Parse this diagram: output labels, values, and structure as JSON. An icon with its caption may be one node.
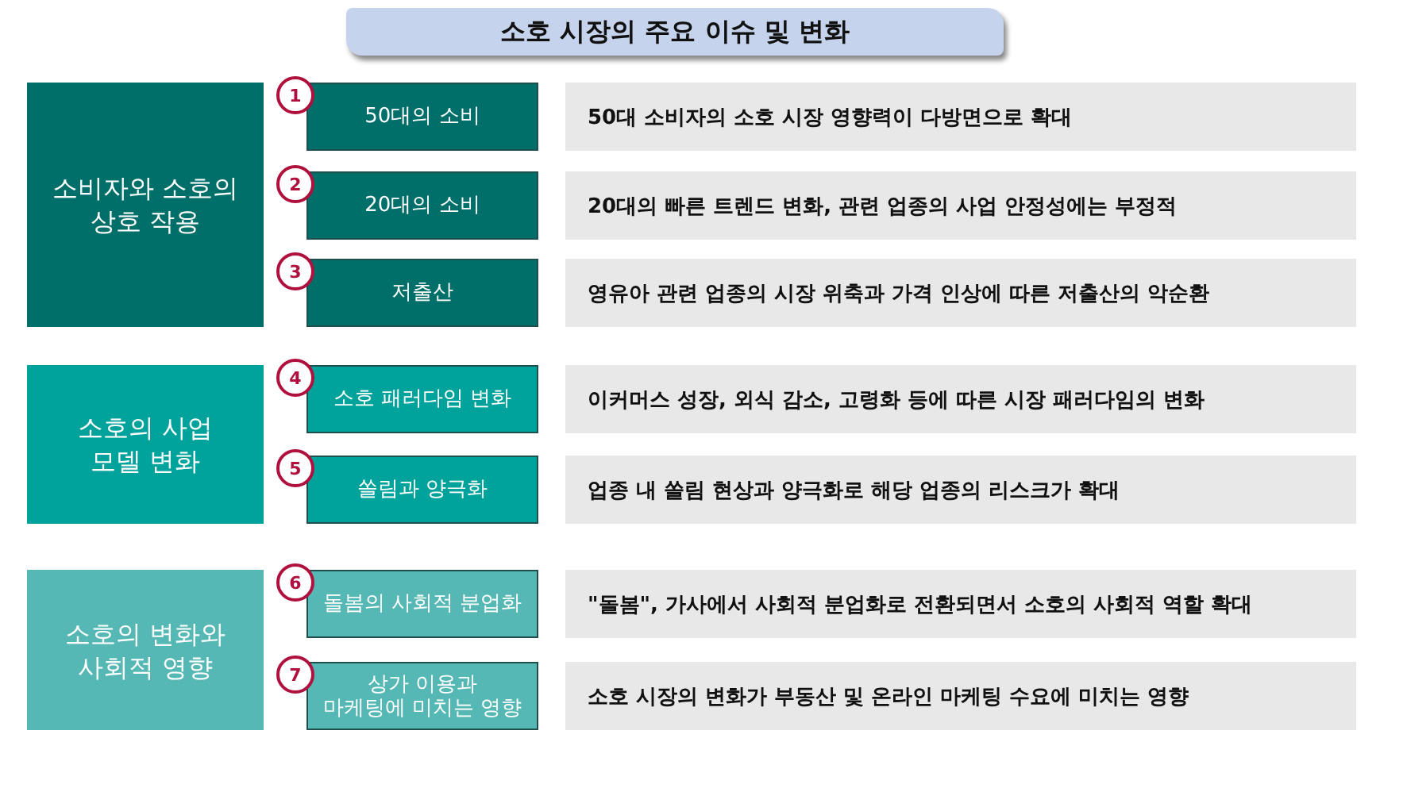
{
  "diagram": {
    "title": "소호 시장의 주요 이슈 및 변화",
    "nodes": [
      {
        "text": [
          "소비자와 소호의 상호 작용"
        ]
      },
      {
        "text": [
          "1"
        ]
      },
      {
        "text": [
          "50대의 소비"
        ]
      },
      {
        "text": [
          "50대 소비자의 소호 시장 영향력이 다방면으로 확대"
        ]
      },
      {
        "text": [
          "2"
        ]
      },
      {
        "text": [
          "20대의 소비"
        ]
      },
      {
        "text": [
          "20대의 빠른 트렌드 변화, 관련 업종의 사업 안정성에는 부정적"
        ]
      },
      {
        "text": [
          "3"
        ]
      },
      {
        "text": [
          "저출산"
        ]
      },
      {
        "text": [
          "영유아 관련 업종의 시장 위축과 가격 인상에 따른 저출산의 악순환"
        ]
      },
      {
        "text": [
          "소호의 사업 모델 변화"
        ]
      },
      {
        "text": [
          "4"
        ]
      },
      {
        "text": [
          "소호 패러다임 변화"
        ]
      },
      {
        "text": [
          "이커머스 성장, 외식 감소, 고령화 등에 따른 시장 패러다임의 변화"
        ]
      },
      {
        "text": [
          "5"
        ]
      },
      {
        "text": [
          "쏠림과 양극화"
        ]
      },
      {
        "text": [
          "업종 내 쏠림 현상과 양극화로 해당 업종의 리스크가 확대"
        ]
      },
      {
        "text": [
          "소호의 변화와 사회적 영향"
        ]
      },
      {
        "text": [
          "6"
        ]
      },
      {
        "text": [
          "돌봄의 사회적 분업화"
        ]
      },
      {
        "text": [
          "\"돌봄\", 가사에서 사회적 분업화로 전환되면서 소호의 사회적 역할 확대"
        ]
      },
      {
        "text": [
          "7"
        ]
      },
      {
        "text": [
          "상가 이용과 마케팅에 미치는 영향"
        ]
      },
      {
        "text": [
          "소호 시장의 변화가 부동산 및 온라인 마케팅 수요에 미치는 영향"
        ]
      }
    ]
  }
}
